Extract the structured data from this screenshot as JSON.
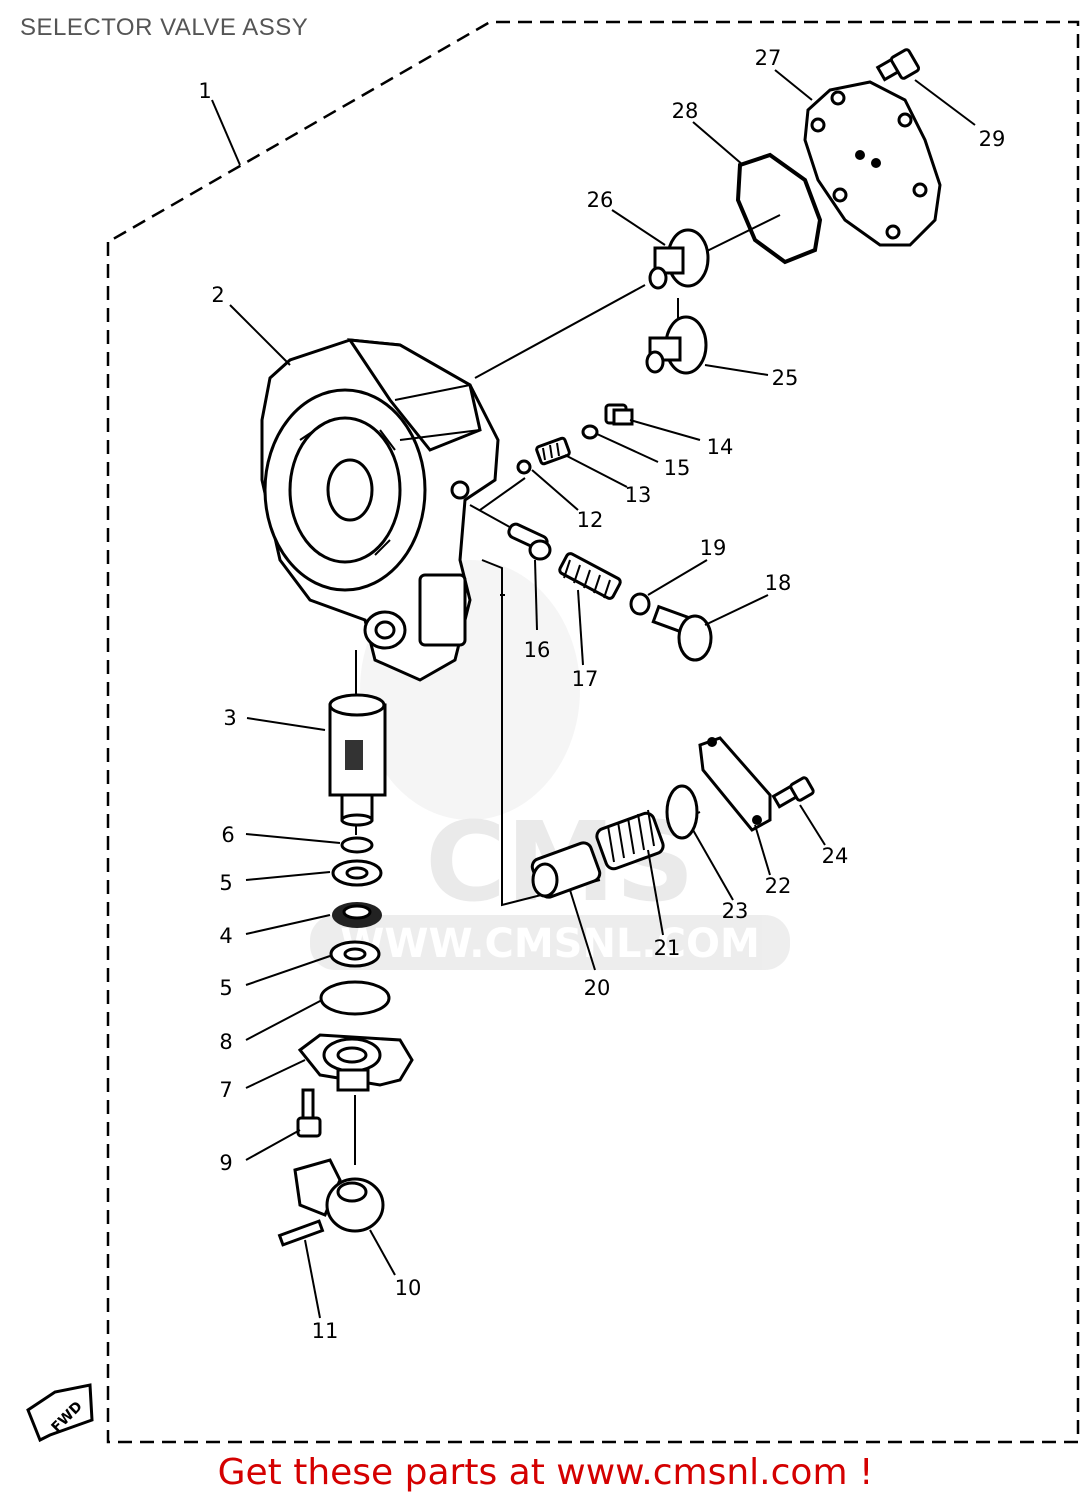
{
  "title": "SELECTOR VALVE ASSY",
  "watermark": {
    "text": "WWW.CMSNL.COM",
    "logo": "CMS"
  },
  "fwd_label": "FWD",
  "footer": {
    "text": "Get these parts at www.cmsnl.com !",
    "color": "#d40000"
  },
  "callouts": {
    "p1": "1",
    "p2": "2",
    "p3": "3",
    "p4": "4",
    "p5a": "5",
    "p5b": "5",
    "p6": "6",
    "p7": "7",
    "p8": "8",
    "p9": "9",
    "p10": "10",
    "p11": "11",
    "p12": "12",
    "p13": "13",
    "p14": "14",
    "p15": "15",
    "p16": "16",
    "p17": "17",
    "p18": "18",
    "p19": "19",
    "p20": "20",
    "p21": "21",
    "p22": "22",
    "p23": "23",
    "p24": "24",
    "p25": "25",
    "p26": "26",
    "p27": "27",
    "p28": "28",
    "p29": "29"
  }
}
